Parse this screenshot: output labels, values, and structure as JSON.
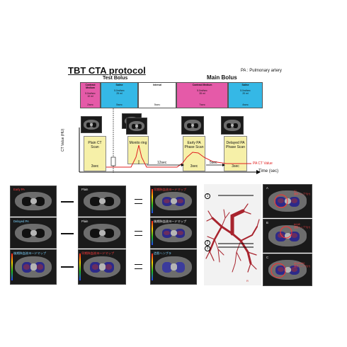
{
  "title": "TBT CTA protocol",
  "pa_note": "PA : Pulmonary artery",
  "test_bolus_label": "Test Bolus",
  "main_bolus_label": "Main Bolus",
  "colors": {
    "contrast": "#e55aa8",
    "saline": "#35b8e6",
    "scan_box": "#f6f0a8",
    "pa_curve": "#e02020"
  },
  "timeline": [
    {
      "name": "Contrast Medium",
      "rate": "5.0ml/sec",
      "volume": "10 ml",
      "duration": "2sec"
    },
    {
      "name": "Saline",
      "rate": "5.0ml/sec",
      "volume": "25 ml",
      "duration": "5sec"
    },
    {
      "name": "Interval",
      "rate": "",
      "volume": "",
      "duration": "5sec"
    },
    {
      "name": "Contrast Medium",
      "rate": "5.0ml/sec",
      "volume": "35 ml",
      "duration": "7sec"
    },
    {
      "name": "Saline",
      "rate": "5.0ml/sec",
      "volume": "20 ml",
      "duration": "4sec"
    }
  ],
  "scans": [
    {
      "label": "Plain CT Scan",
      "duration": "3sec"
    },
    {
      "label": "Monito ring",
      "duration": ""
    },
    {
      "label": "Early PA Phase Scan",
      "duration": "3sec"
    },
    {
      "label": "Delayed PA Phase Scan",
      "duration": "3sec"
    }
  ],
  "axis": {
    "y": "CT Value (HU)",
    "x": "Time (sec)",
    "curve": "PA CT Value"
  },
  "gaps": {
    "g12": "12sec",
    "g5": "5sec"
  },
  "rows": [
    {
      "a": "Early PA",
      "b": "Plain",
      "c": "早期肺血流ヨードマップ"
    },
    {
      "a": "Delayed PA",
      "b": "Plain",
      "c": "後期肺血流ヨードマップ"
    },
    {
      "a": "後期肺血流ヨードマップ",
      "b": "早期肺血流ヨードマップ",
      "c": "造影ヘンブラ"
    }
  ],
  "levels": [
    "1",
    "2",
    "3"
  ],
  "side_notes": [
    {
      "line1": "A1",
      "line2": "造影ヘンブラ(+)"
    },
    {
      "line1": "A4,A5",
      "line2": "造影ヘンブラ(+)"
    },
    {
      "line1": "A8,A9,A10",
      "line2": "造影ヘンブラ(+)"
    }
  ],
  "side_letters": [
    "A",
    "B",
    "C"
  ],
  "tree_letter": "R"
}
